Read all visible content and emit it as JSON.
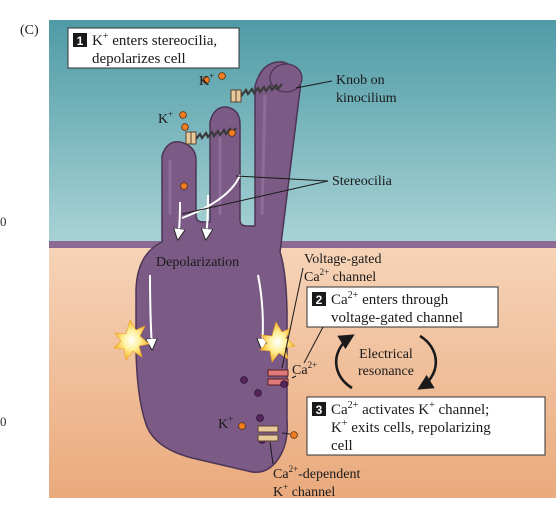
{
  "panel_label": "(C)",
  "colors": {
    "upper_bg": "#86bfc7",
    "lower_bg": "#f1c49f",
    "cell": "#7c5a86",
    "cell_stroke": "#4d3556",
    "membrane": "#8a6a93",
    "k_ion": "#f07d22",
    "ca_ion": "#55255e",
    "flash": "#ffd84a"
  },
  "edge_marks": [
    "0",
    "0"
  ],
  "steps": [
    {
      "num": "1",
      "line1_pre": "K",
      "line1_sup": "+",
      "line1_post": " enters stereocilia,",
      "line2": "depolarizes cell"
    },
    {
      "num": "2",
      "line1_pre": "Ca",
      "line1_sup": "2+",
      "line1_post": " enters through",
      "line2": "voltage-gated channel"
    },
    {
      "num": "3",
      "line1_pre": "Ca",
      "line1_sup": "2+",
      "line1_post": " activates K",
      "line1_sup2": "+",
      "line1_post2": " channel;",
      "line2_pre": "K",
      "line2_sup": "+",
      "line2_post": " exits cells, repolarizing",
      "line3": "cell"
    }
  ],
  "labels": {
    "knob_line1": "Knob on",
    "knob_line2": "kinocilium",
    "stereocilia": "Stereocilia",
    "depolarization": "Depolarization",
    "vgcc_line1": "Voltage-gated",
    "vgcc_line2_pre": "Ca",
    "vgcc_line2_sup": "2+",
    "vgcc_line2_post": " channel",
    "electrical_line1": "Electrical",
    "electrical_line2": "resonance",
    "ca_ion": "Ca",
    "ca_ion_sup": "2+",
    "k_ion": "K",
    "k_ion_sup": "+",
    "kca_line1_pre": "Ca",
    "kca_line1_sup": "2+",
    "kca_line1_post": "-dependent",
    "kca_line2_pre": "K",
    "kca_line2_sup": "+",
    "kca_line2_post": " channel"
  }
}
